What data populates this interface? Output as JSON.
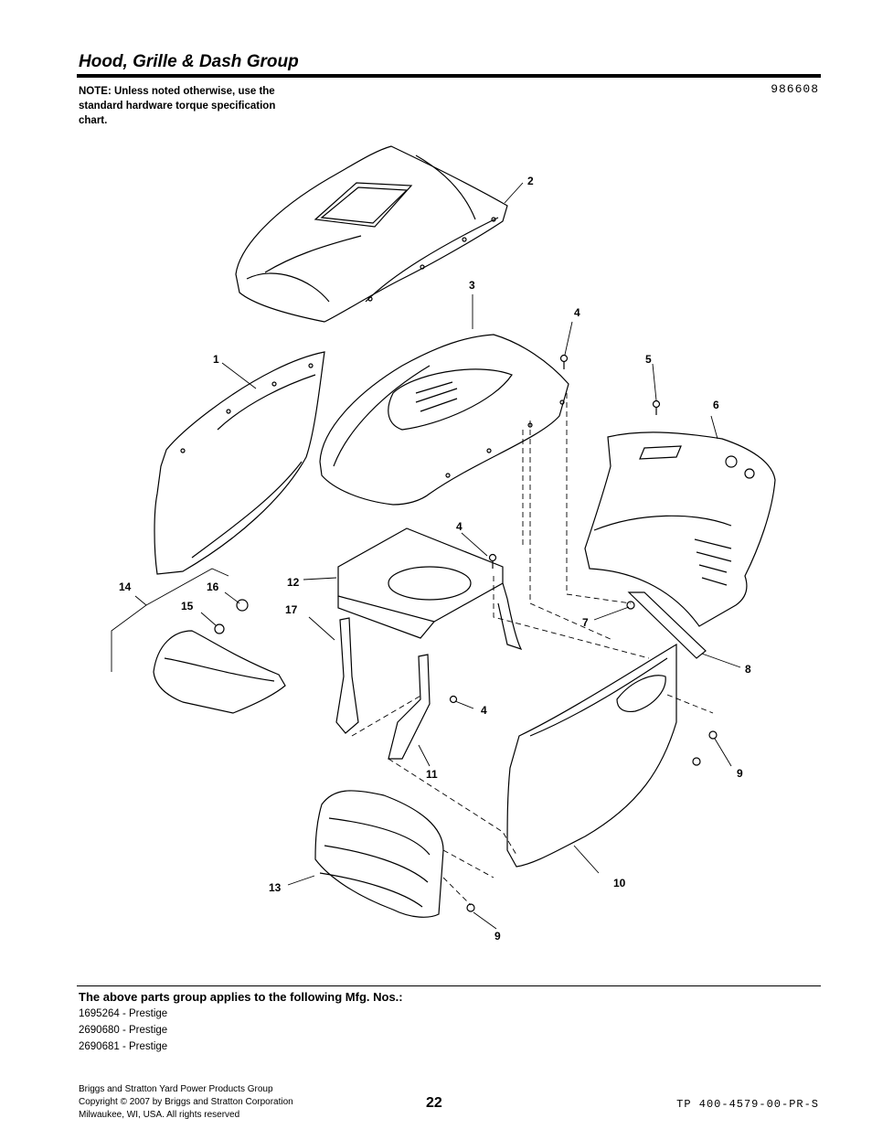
{
  "header": {
    "title": "Hood, Grille & Dash Group",
    "note": "NOTE: Unless noted otherwise, use the standard hardware torque specification chart.",
    "drawing_number": "986608"
  },
  "callouts": {
    "c1": "1",
    "c2": "2",
    "c3": "3",
    "c4a": "4",
    "c4b": "4",
    "c4c": "4",
    "c5": "5",
    "c6": "6",
    "c7": "7",
    "c8": "8",
    "c9a": "9",
    "c9b": "9",
    "c10": "10",
    "c11": "11",
    "c12": "12",
    "c13": "13",
    "c14": "14",
    "c15": "15",
    "c16": "16",
    "c17": "17"
  },
  "applies": {
    "heading": "The above parts group applies to the following Mfg. Nos.:",
    "items": [
      "1695264 - Prestige",
      "2690680 - Prestige",
      "2690681 - Prestige"
    ]
  },
  "footer": {
    "company": "Briggs and Stratton Yard Power Products Group",
    "copyright": "Copyright ©  2007 by Briggs and Stratton Corporation",
    "address": "Milwaukee, WI, USA. All rights reserved",
    "page_number": "22",
    "doc_code": "TP 400-4579-00-PR-S"
  }
}
